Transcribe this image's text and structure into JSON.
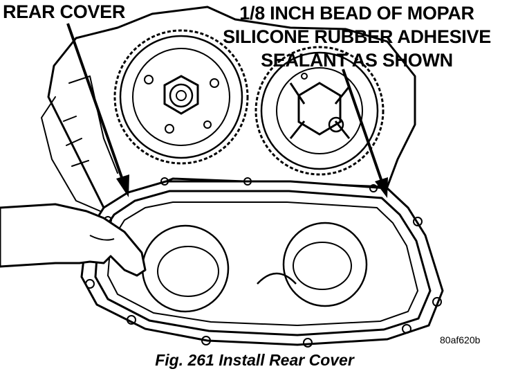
{
  "callouts": {
    "rear_cover": "REAR COVER",
    "sealant_line1": "1/8 INCH BEAD OF MOPAR",
    "sealant_line2": "SILICONE RUBBER ADHESIVE",
    "sealant_line3": "SEALANT AS SHOWN"
  },
  "reference_code": "80af620b",
  "caption": "Fig. 261 Install Rear Cover",
  "colors": {
    "ink": "#000000",
    "paper": "#ffffff"
  }
}
